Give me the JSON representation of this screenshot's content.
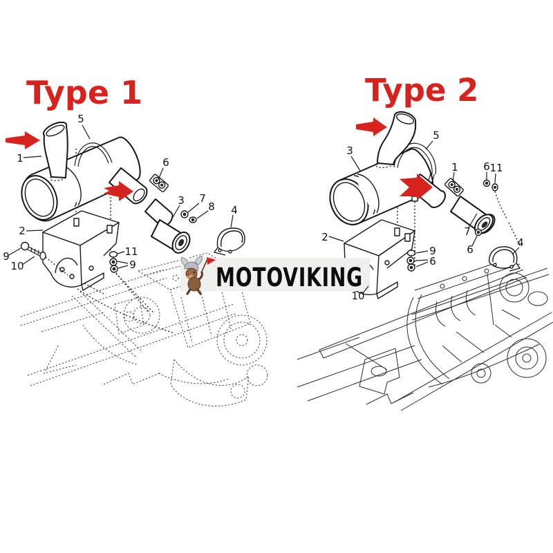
{
  "type1": {
    "title": "Type 1",
    "callouts": {
      "c1": "1",
      "c5": "5",
      "c6": "6",
      "c2": "2",
      "c9a": "9",
      "c10": "10",
      "c11": "11",
      "c9b": "9",
      "c3": "3",
      "c7": "7",
      "c8": "8",
      "c4": "4"
    }
  },
  "type2": {
    "title": "Type 2",
    "callouts": {
      "c3": "3",
      "c5": "5",
      "c1": "1",
      "c6a": "6",
      "c11": "11",
      "c7": "7",
      "c6b": "6",
      "c4": "4",
      "c2": "2",
      "c9": "9",
      "c6c": "6",
      "c10": "10"
    }
  },
  "watermark": {
    "brand": "MOTOVIKING",
    "mascot": "viking-dog-with-red-flag"
  },
  "icons": {
    "pointer": "red-right-arrow"
  },
  "colors": {
    "accent_red": "#d7231d",
    "ink": "#1b1b1b",
    "band_bg": "#f0efee"
  }
}
